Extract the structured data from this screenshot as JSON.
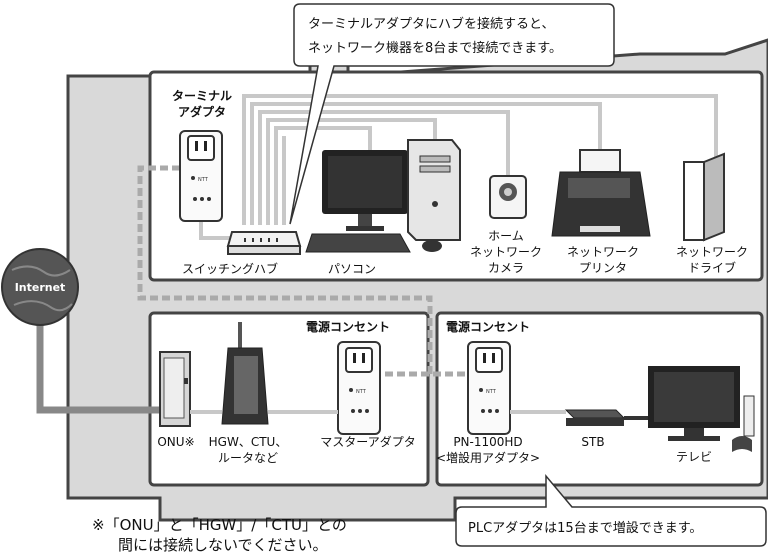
{
  "callouts": {
    "top_line1": "ターミナルアダプタにハブを接続すると、",
    "top_line2": "ネットワーク機器を8台まで接続できます。",
    "bottom": "PLCアダプタは15台まで増設できます。"
  },
  "labels": {
    "terminal_adapter_1": "ターミナル",
    "terminal_adapter_2": "アダプタ",
    "switching_hub": "スイッチングハブ",
    "pc": "パソコン",
    "camera_1": "ホーム",
    "camera_2": "ネットワーク",
    "camera_3": "カメラ",
    "printer_1": "ネットワーク",
    "printer_2": "プリンタ",
    "drive_1": "ネットワーク",
    "drive_2": "ドライブ",
    "outlet_left": "電源コンセント",
    "outlet_right": "電源コンセント",
    "onu": "ONU※",
    "hgw_1": "HGW、CTU、",
    "hgw_2": "ルータなど",
    "master_adapter": "マスターアダプタ",
    "pn_1": "PN-1100HD",
    "pn_2": "<増設用アダプタ>",
    "stb": "STB",
    "tv": "テレビ",
    "internet": "Internet",
    "adapter_brand": "NTT"
  },
  "footnote": {
    "line1": "※「ONU」と「HGW」/「CTU」との",
    "line2": "間には接続しないでください。"
  },
  "colors": {
    "wall": "#444444",
    "cable": "#c8c8c8",
    "plc_link": "#aaaaaa",
    "ethernet": "#888888"
  }
}
